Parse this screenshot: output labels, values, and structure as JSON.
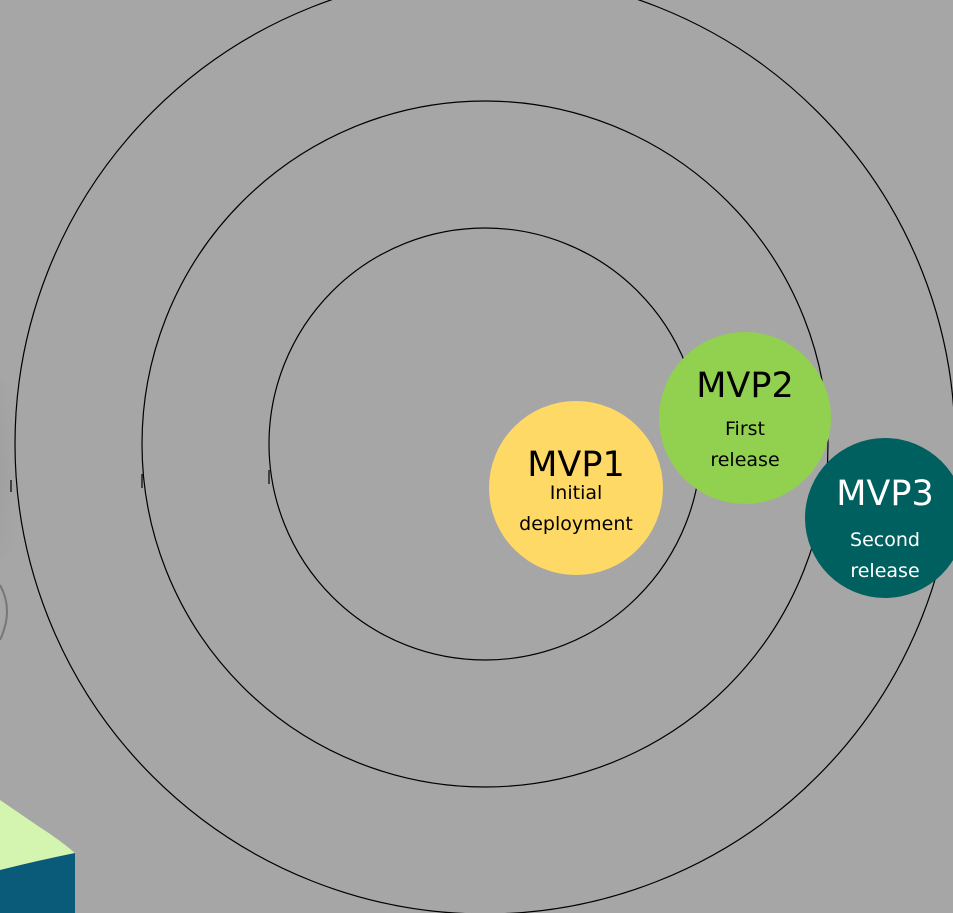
{
  "diagram": {
    "nodes": [
      {
        "title": "MVP1",
        "subtitle_line1": "Initial",
        "subtitle_line2": "deployment",
        "fill": "#ffd966",
        "text_color": "#000000"
      },
      {
        "title": "MVP2",
        "subtitle_line1": "First",
        "subtitle_line2": "release",
        "fill": "#92d050",
        "text_color": "#000000"
      },
      {
        "title": "MVP3",
        "subtitle_line1": "Second",
        "subtitle_line2": "release",
        "fill": "#006060",
        "text_color": "#ffffff"
      }
    ],
    "colors": {
      "background": "#a6a6a6",
      "ring_stroke": "#000000",
      "corner_shape_light": "#d3f5b0",
      "corner_shape_dark": "#0a5a7a"
    }
  }
}
